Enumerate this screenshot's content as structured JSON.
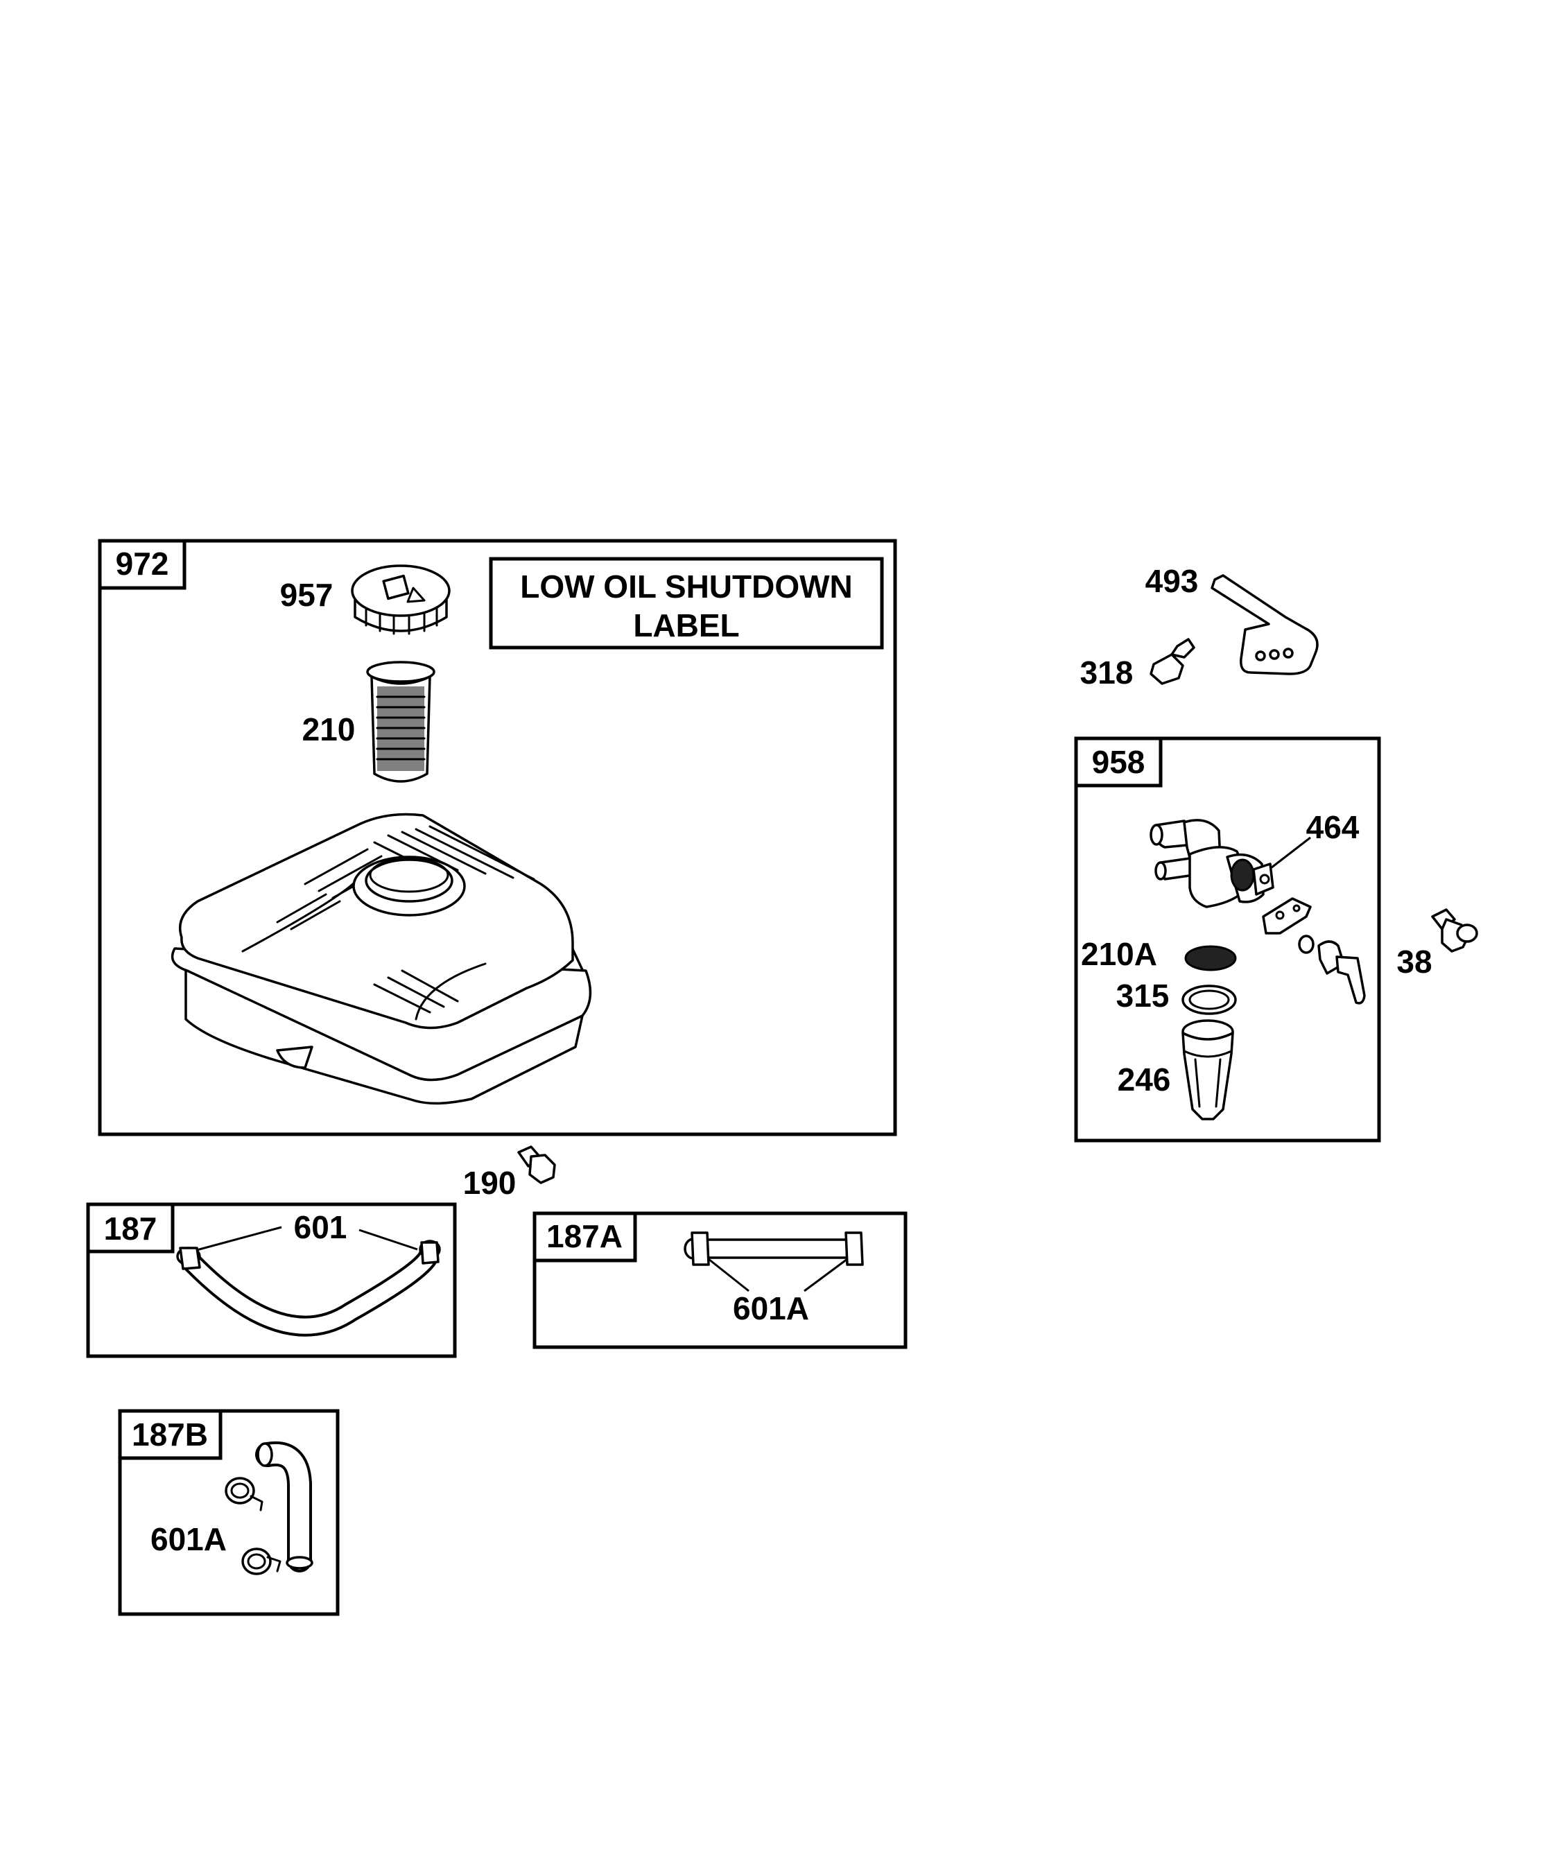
{
  "groups": {
    "g972": "972",
    "g958": "958",
    "g187": "187",
    "g187A": "187A",
    "g187B": "187B"
  },
  "parts": {
    "p957": "957",
    "p210": "210",
    "p493": "493",
    "p318": "318",
    "p464": "464",
    "p210A": "210A",
    "p315": "315",
    "p246": "246",
    "p38": "38",
    "p190": "190",
    "p601": "601",
    "p601A_a": "601A",
    "p601A_b": "601A"
  },
  "label_note": {
    "line1": "LOW OIL SHUTDOWN",
    "line2": "LABEL"
  }
}
